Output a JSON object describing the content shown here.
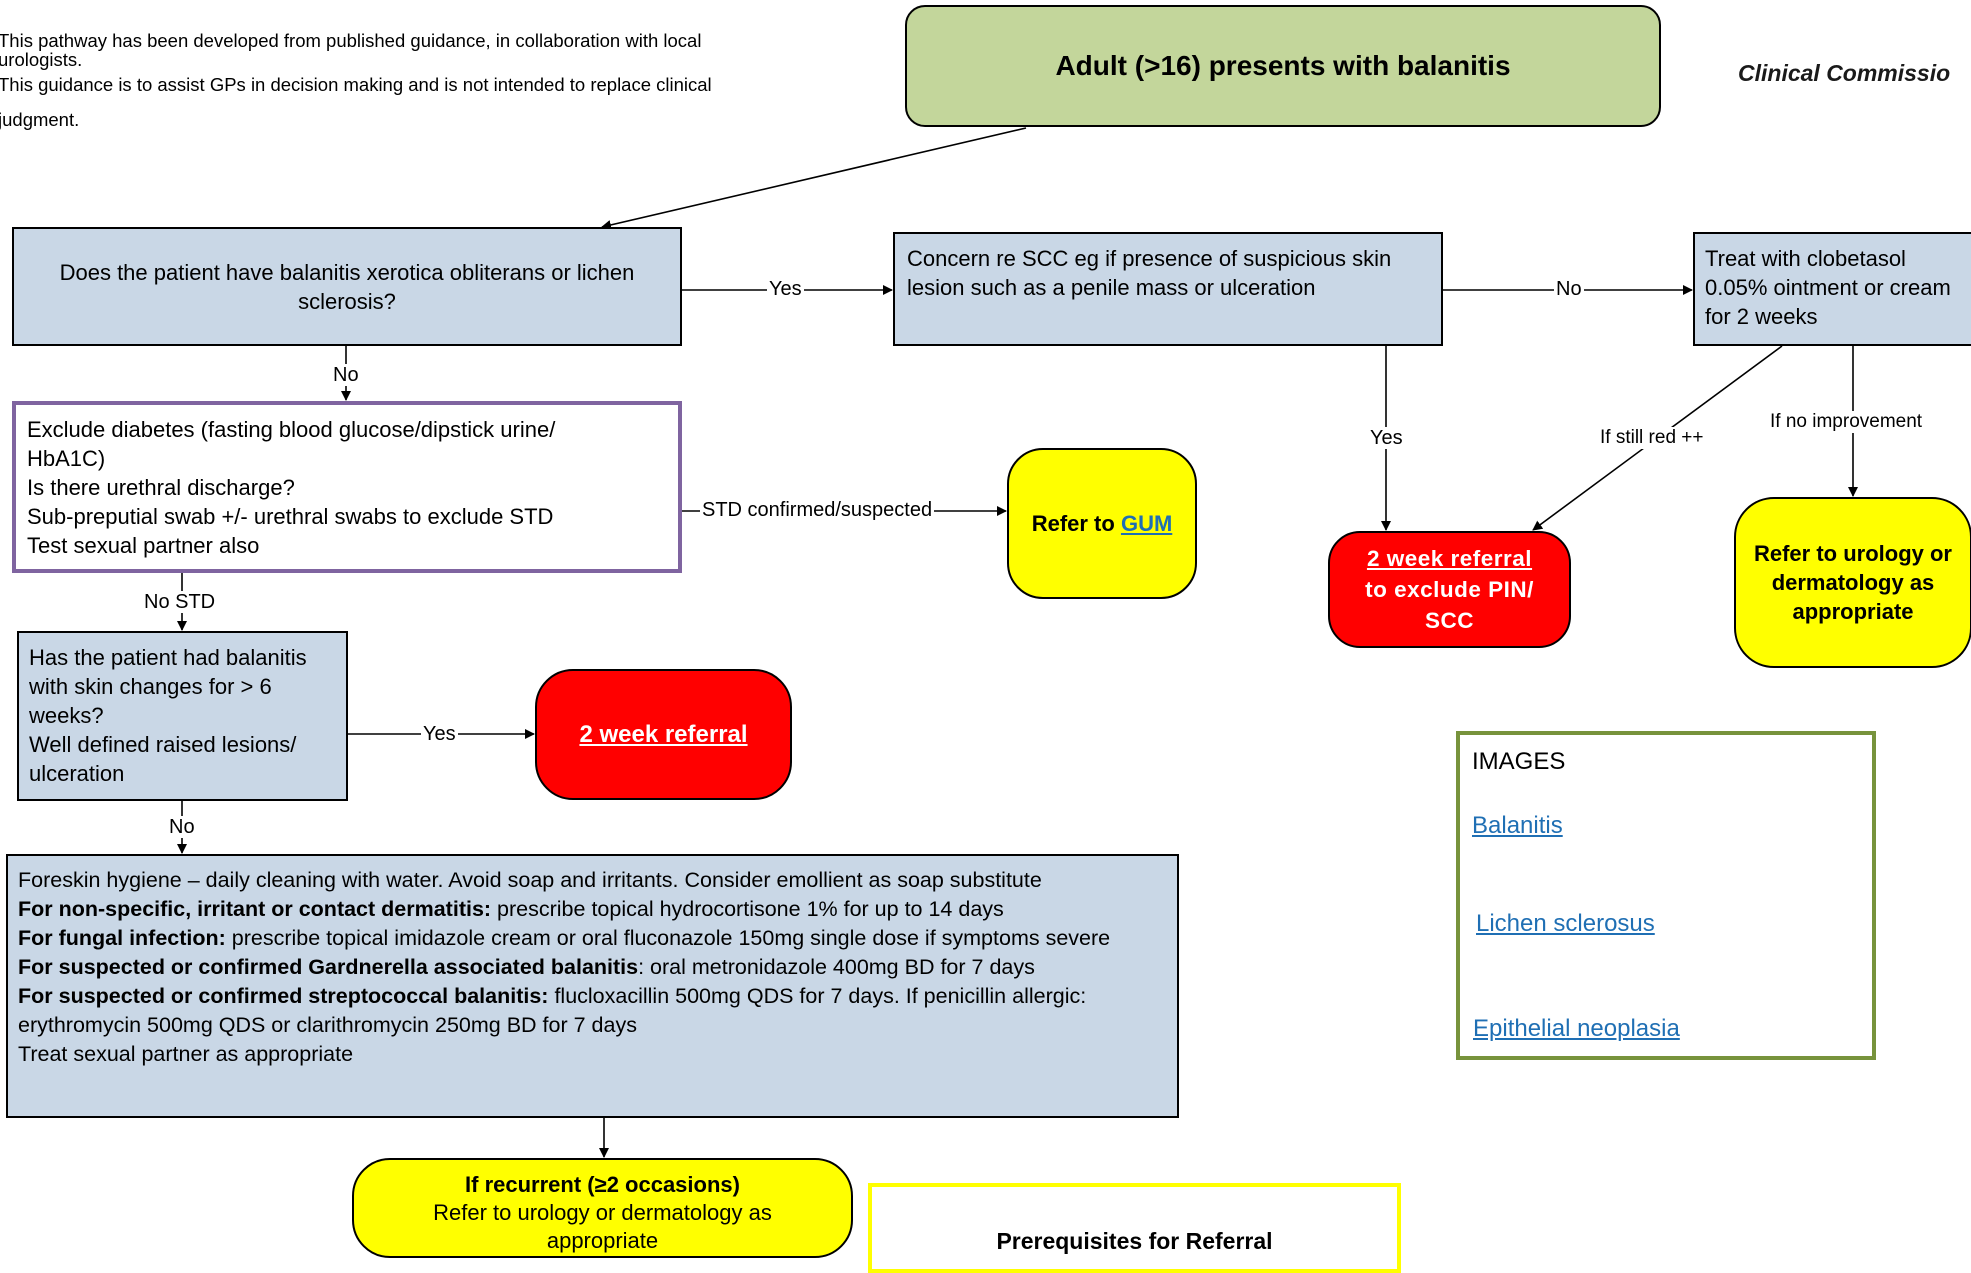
{
  "intro": {
    "line1": "This pathway has been developed from published guidance, in collaboration with local",
    "line2": "urologists.",
    "line3": "This guidance is to assist GPs in decision making and is not intended to replace clinical",
    "line4": "judgment."
  },
  "header_right": "Clinical Commissio",
  "start": "Adult (>16) presents with balanitis",
  "q1": "Does the patient have balanitis xerotica obliterans or lichen sclerosis?",
  "scc_concern": "Concern re SCC eg if presence of suspicious skin lesion such as a penile mass or ulceration",
  "treat_clobetasol": "Treat with clobetasol 0.05% ointment or cream for 2 weeks",
  "exclude": {
    "line1": "Exclude diabetes (fasting blood glucose/dipstick urine/",
    "line2": "HbA1C)",
    "line3": "Is there urethral discharge?",
    "line4": "Sub-preputial swab +/- urethral swabs to exclude STD",
    "line5": "Test sexual partner also"
  },
  "refer_gum": {
    "prefix": "Refer to ",
    "link": "GUM"
  },
  "referral_pin": {
    "link": "2 week referral",
    "rest1": "to exclude PIN/",
    "rest2": "SCC"
  },
  "refer_urology_derm": "Refer to urology or dermatology as appropriate",
  "q2": {
    "line1": "Has the patient had balanitis",
    "line2": "with skin changes for > 6",
    "line3": "weeks?",
    "line4": "Well defined raised lesions/",
    "line5": "ulceration"
  },
  "referral_2week": "2 week referral",
  "treatment": {
    "line1": "Foreskin hygiene – daily cleaning with water. Avoid soap and irritants. Consider emollient as soap substitute",
    "b2": "For non-specific, irritant or contact dermatitis:",
    "t2": " prescribe topical hydrocortisone 1% for up to 14 days",
    "b3": "For fungal infection:",
    "t3": " prescribe topical imidazole cream or oral fluconazole 150mg single dose if symptoms severe",
    "b4": "For suspected or confirmed Gardnerella associated balanitis",
    "t4": ": oral metronidazole 400mg BD for 7 days",
    "b5": "For suspected or confirmed streptococcal balanitis:",
    "t5": " flucloxacillin 500mg QDS for 7 days.  If penicillin allergic: erythromycin 500mg QDS or clarithromycin 250mg BD for 7 days",
    "line6": "Treat sexual partner as appropriate"
  },
  "recurrent": {
    "title": "If recurrent (≥2 occasions)",
    "line1": "Refer to urology or dermatology as",
    "line2": "appropriate"
  },
  "prereq": "Prerequisites for Referral",
  "images": {
    "heading": "IMAGES",
    "links": [
      "Balanitis",
      "Lichen sclerosus",
      "Epithelial neoplasia"
    ]
  },
  "edge_labels": {
    "yes1": "Yes",
    "no1": "No",
    "no_q1": "No",
    "yes_scc": "Yes",
    "still_red": "If still red ++",
    "no_improve": "If no improvement",
    "std": "STD confirmed/suspected",
    "no_std": "No STD",
    "yes_q2": "Yes",
    "no_q2": "No"
  }
}
